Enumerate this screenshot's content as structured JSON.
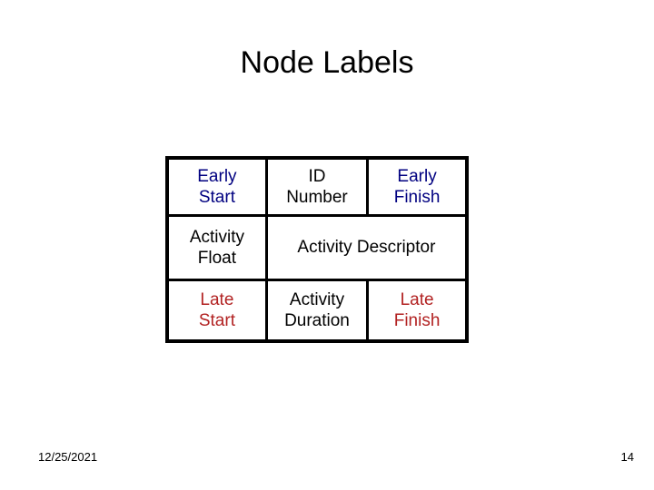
{
  "slide": {
    "title": "Node Labels",
    "background_color": "#ffffff"
  },
  "colors": {
    "early_text": "#000080",
    "late_text": "#B22222",
    "neutral_text": "#000000",
    "border": "#000000"
  },
  "node_table": {
    "caption": "Node Labels",
    "rows": [
      {
        "cells": [
          {
            "label": "Early\nStart",
            "color_role": "early"
          },
          {
            "label": "ID\nNumber",
            "color_role": "neutral"
          },
          {
            "label": "Early\nFinish",
            "color_role": "early"
          }
        ]
      },
      {
        "cells": [
          {
            "label": "Activity\nFloat",
            "color_role": "neutral"
          },
          {
            "label": "Activity Descriptor",
            "color_role": "neutral",
            "colspan": 2
          }
        ]
      },
      {
        "cells": [
          {
            "label": "Late\nStart",
            "color_role": "late"
          },
          {
            "label": "Activity\nDuration",
            "color_role": "neutral"
          },
          {
            "label": "Late\nFinish",
            "color_role": "late"
          }
        ]
      }
    ],
    "flat": {
      "r0c0": "Early\nStart",
      "r0c1": "ID\nNumber",
      "r0c2": "Early\nFinish",
      "r1c0": "Activity\nFloat",
      "r1c1": "Activity Descriptor",
      "r2c0": "Late\nStart",
      "r2c1": "Activity\nDuration",
      "r2c2": "Late\nFinish"
    }
  },
  "footer": {
    "date": "12/25/2021",
    "page_number": "14"
  }
}
